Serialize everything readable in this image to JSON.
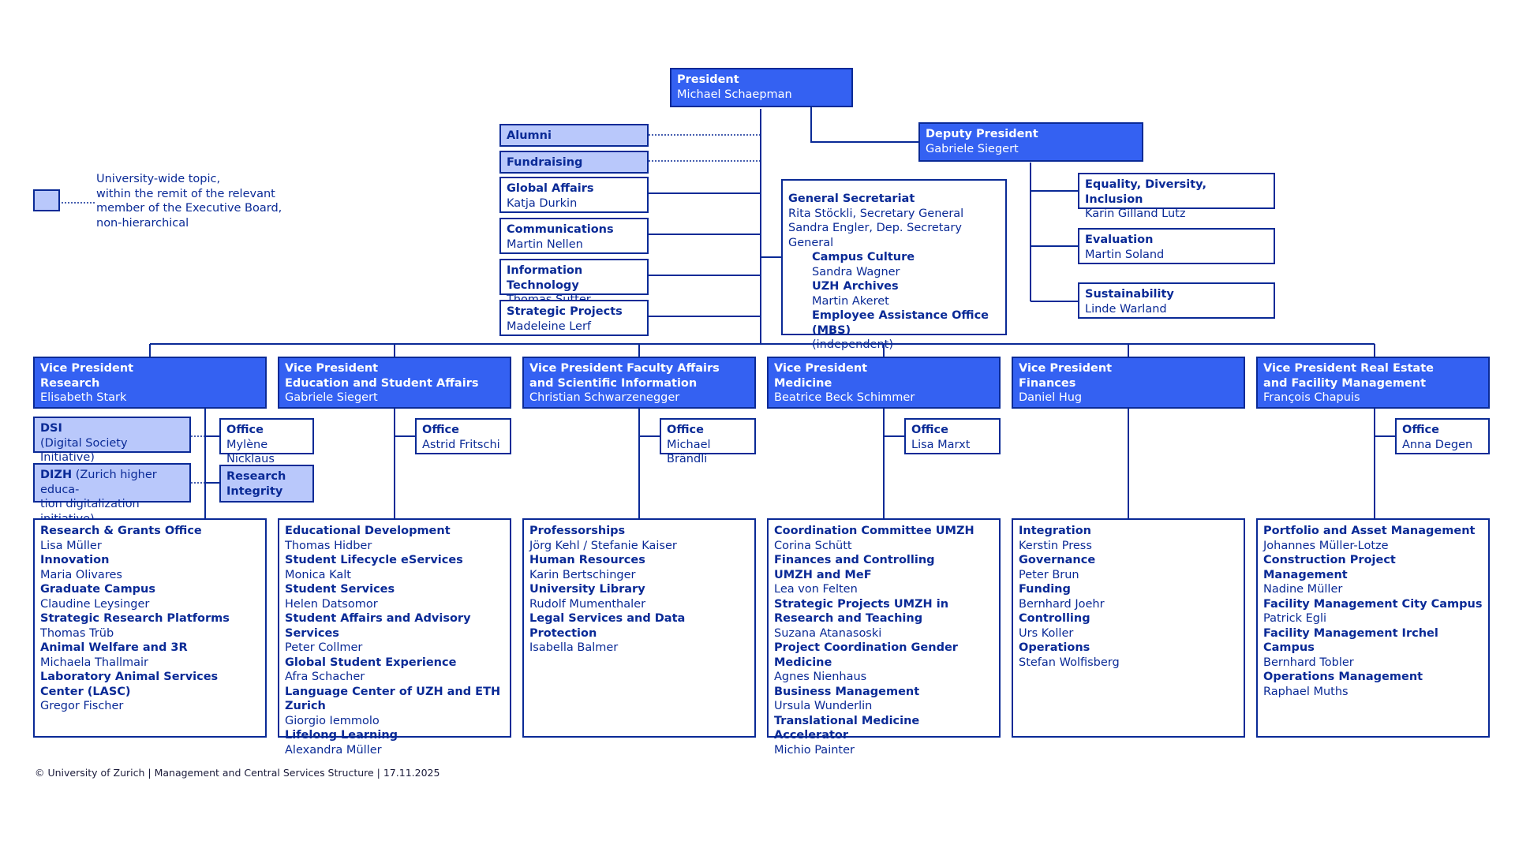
{
  "president": {
    "title": "President",
    "name": "Michael Schaepman"
  },
  "deputy": {
    "title": "Deputy President",
    "name": "Gabriele Siegert"
  },
  "staff": {
    "alumni": "Alumni",
    "fundraising": "Fundraising",
    "global": {
      "title": "Global Affairs",
      "name": "Katja Durkin"
    },
    "communications": {
      "title": "Communications",
      "name": "Martin Nellen"
    },
    "it": {
      "title": "Information Technology",
      "name": "Thomas Sutter"
    },
    "strategic": {
      "title": "Strategic Projects",
      "name": "Madeleine Lerf"
    }
  },
  "general_secretariat": {
    "title": "General Secretariat",
    "line1": "Rita Stöckli, Secretary General",
    "line2": "Sandra Engler, Dep. Secretary General",
    "sub": [
      {
        "title": "Campus Culture",
        "name": "Sandra Wagner"
      },
      {
        "title": "UZH Archives",
        "name": "Martin Akeret"
      },
      {
        "title": "Employee Assistance Office (MBS)",
        "name": "(independent)"
      }
    ]
  },
  "deputy_units": [
    {
      "title": "Equality, Diversity, Inclusion",
      "name": "Karin Gilland Lutz"
    },
    {
      "title": "Evaluation",
      "name": "Martin Soland"
    },
    {
      "title": "Sustainability",
      "name": "Linde Warland"
    }
  ],
  "legend": {
    "line1": "University-wide topic,",
    "line2": "within the remit of the relevant",
    "line3": "member of the Executive Board,",
    "line4": "non-hierarchical"
  },
  "vps": [
    {
      "l1": "Vice President",
      "l2": "Research",
      "name": "Elisabeth Stark",
      "office_title": "Office",
      "office_name": "Mylène Nicklaus",
      "units": [
        {
          "t": "Research & Grants Office",
          "n": "Lisa Müller"
        },
        {
          "t": "Innovation",
          "n": "Maria Olivares"
        },
        {
          "t": "Graduate Campus",
          "n": "Claudine Leysinger"
        },
        {
          "t": "Strategic Research Platforms",
          "n": "Thomas Trüb"
        },
        {
          "t": "Animal Welfare and 3R",
          "n": "Michaela Thallmair"
        },
        {
          "t": "Laboratory Animal Services Center (LASC)",
          "n": "Gregor Fischer"
        }
      ]
    },
    {
      "l1": "Vice President",
      "l2": "Education and Student Affairs",
      "name": "Gabriele Siegert",
      "office_title": "Office",
      "office_name": "Astrid Fritschi",
      "units": [
        {
          "t": "Educational Development",
          "n": "Thomas Hidber"
        },
        {
          "t": "Student Lifecycle eServices",
          "n": "Monica Kalt"
        },
        {
          "t": "Student Services",
          "n": "Helen Datsomor"
        },
        {
          "t": "Student Affairs and Advisory Services",
          "n": "Peter Collmer"
        },
        {
          "t": "Global Student Experience",
          "n": "Afra Schacher"
        },
        {
          "t": "Language Center of UZH and ETH Zurich",
          "n": "Giorgio Iemmolo"
        },
        {
          "t": "Lifelong Learning",
          "n": "Alexandra Müller"
        }
      ]
    },
    {
      "l1": "Vice President Faculty Affairs",
      "l2": "and Scientific Information",
      "name": "Christian Schwarzenegger",
      "office_title": "Office",
      "office_name": "Michael Brändli",
      "units": [
        {
          "t": "Professorships",
          "n": "Jörg Kehl / Stefanie Kaiser"
        },
        {
          "t": "Human Resources",
          "n": "Karin Bertschinger"
        },
        {
          "t": "University Library",
          "n": "Rudolf Mumenthaler"
        },
        {
          "t": "Legal Services and Data Protection",
          "n": "Isabella Balmer"
        }
      ]
    },
    {
      "l1": "Vice President",
      "l2": "Medicine",
      "name": "Beatrice Beck Schimmer",
      "office_title": "Office",
      "office_name": "Lisa Marxt",
      "units": [
        {
          "t": "Coordination Committee UMZH",
          "n": "Corina Schütt"
        },
        {
          "t": "Finances and Controlling",
          "n": ""
        },
        {
          "t": "UMZH and MeF",
          "n": "Lea von Felten"
        },
        {
          "t": "Strategic Projects UMZH in Research and Teaching",
          "n": "Suzana Atanasoski"
        },
        {
          "t": "Project Coordination Gender Medicine",
          "n": "Agnes Nienhaus"
        },
        {
          "t": "Business Management",
          "n": "Ursula Wunderlin"
        },
        {
          "t": "Translational Medicine Accelerator",
          "n": "Michio Painter"
        }
      ]
    },
    {
      "l1": "Vice President",
      "l2": "Finances",
      "name": "Daniel Hug",
      "office_title": "",
      "office_name": "",
      "units": [
        {
          "t": "Integration",
          "n": "Kerstin Press"
        },
        {
          "t": "Governance",
          "n": "Peter Brun"
        },
        {
          "t": "Funding",
          "n": "Bernhard Joehr"
        },
        {
          "t": "Controlling",
          "n": "Urs Koller"
        },
        {
          "t": "Operations",
          "n": "Stefan Wolfisberg"
        }
      ]
    },
    {
      "l1": "Vice President Real Estate",
      "l2": "and Facility Management",
      "name": "François Chapuis",
      "office_title": "Office",
      "office_name": "Anna Degen",
      "units": [
        {
          "t": "Portfolio and Asset Management",
          "n": "Johannes Müller-Lotze"
        },
        {
          "t": "Construction Project Management",
          "n": "Nadine Müller"
        },
        {
          "t": "Facility Management City Campus",
          "n": "Patrick Egli"
        },
        {
          "t": "Facility Management Irchel Campus",
          "n": "Bernhard Tobler"
        },
        {
          "t": "Operations Management",
          "n": "Raphael Muths"
        }
      ]
    }
  ],
  "dsi": {
    "t": "DSI",
    "n": "(Digital Society Initiative)"
  },
  "dizh": {
    "t": "DIZH",
    "n": "(Zurich higher educa-",
    "n2": "tion digitalization initiative)"
  },
  "integrity": {
    "l1": "Research",
    "l2": "Integrity"
  },
  "footer": "© University of Zurich | Management and Central Services Structure | 17.11.2025",
  "colors": {
    "primary": "#3461f2",
    "light": "#b9c8fb",
    "line": "#0a2a96"
  }
}
